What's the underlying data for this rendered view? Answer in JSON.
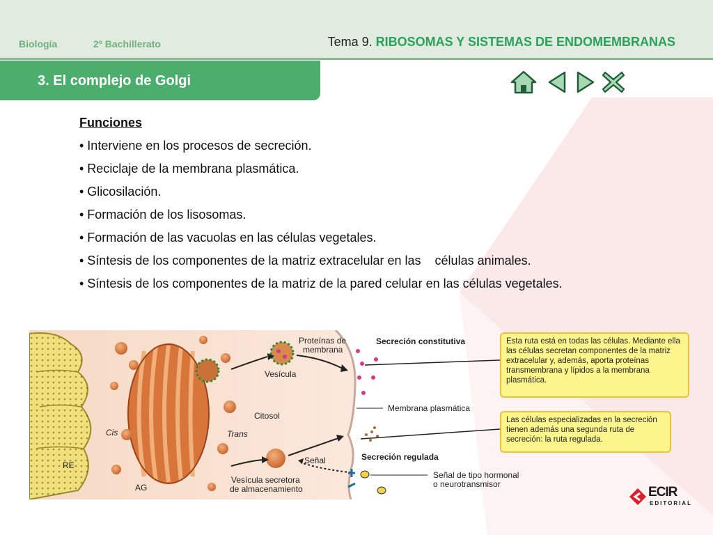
{
  "header": {
    "subject": "Biología",
    "course": "2º Bachillerato",
    "tema_prefix": "Tema 9.",
    "tema_title": "RIBOSOMAS Y SISTEMAS DE ENDOMEMBRANAS"
  },
  "section": {
    "title": "3. El complejo de Golgi"
  },
  "nav": {
    "home_icon": "home-icon",
    "prev_icon": "triangle-left-icon",
    "next_icon": "triangle-right-icon",
    "close_icon": "close-x-icon"
  },
  "content": {
    "heading": "Funciones",
    "items": [
      "• Interviene en los procesos de secreción.",
      "• Reciclaje de la membrana plasmática.",
      "• Glicosilación.",
      "• Formación de los lisosomas.",
      "• Formación de las vacuolas en las células vegetales.",
      "• Síntesis de los componentes de la matriz extracelular en las    células animales.",
      "• Síntesis de los componentes de la matriz de la pared celular en las células vegetales."
    ]
  },
  "figure": {
    "labels": {
      "proteinas": "Proteínas de",
      "membrana": "membrana",
      "vesicula": "Vesícula",
      "citosol": "Citosol",
      "cis": "Cis",
      "trans": "Trans",
      "re": "RE",
      "ag": "AG",
      "senal": "Señal",
      "vesicula_secretora": "Vesícula secretora",
      "almacenamiento": "de almacenamiento",
      "secrecion_constitutiva": "Secreción constitutiva",
      "membrana_plasmatica": "Membrana plasmática",
      "secrecion_regulada": "Secreción regulada",
      "senal_tipo_1": "Señal de tipo hormonal",
      "senal_tipo_2": "o neurotransmisor"
    },
    "callout_constitutiva": "Esta ruta está en todas las células. Mediante ella las células secretan componentes de la matriz extracelular y, además, aporta proteínas transmembrana y lípidos a la membrana plasmática.",
    "callout_regulada": "Las células especializadas en la secreción tienen además una segunda ruta de secreción: la ruta regulada."
  },
  "logo": {
    "word": "ECIR",
    "sub": "EDITORIAL"
  },
  "colors": {
    "accent_green": "#4bae6d",
    "title_green": "#2aa05a",
    "header_bg": "#e2ebdf",
    "callout_fill": "#fbf58c",
    "logo_red": "#e01e2a"
  }
}
